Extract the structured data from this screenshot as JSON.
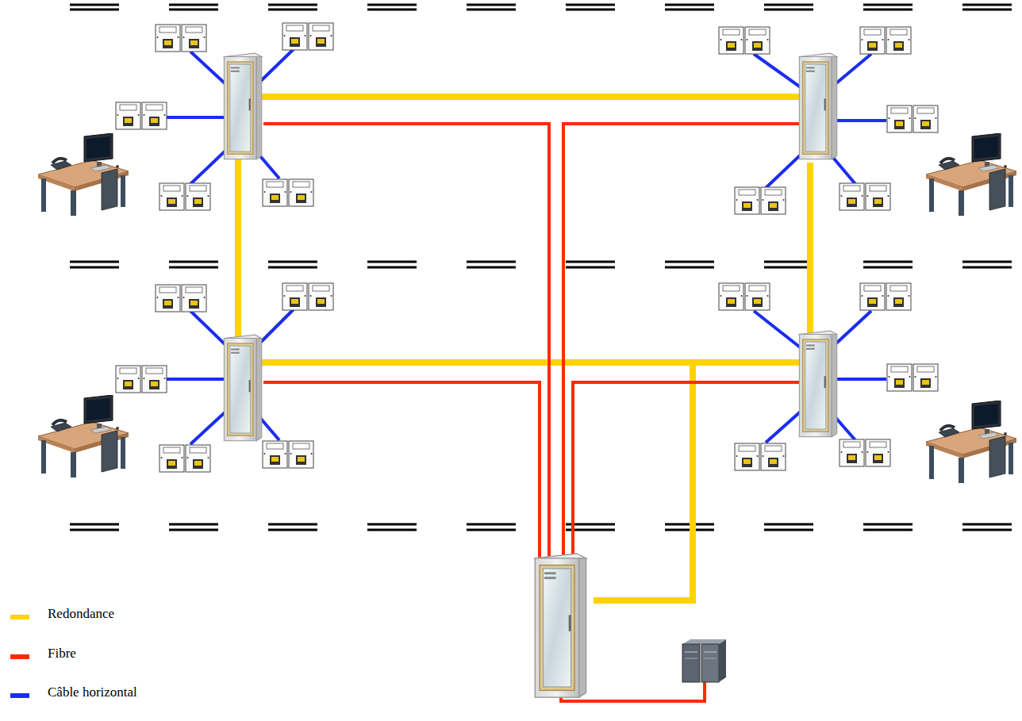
{
  "diagram": {
    "legend": [
      {
        "text": "Redondance",
        "color": "#ffd200"
      },
      {
        "text": "Fibre",
        "color": "#ff2a00"
      },
      {
        "text": "Câble horizontal",
        "color": "#1b2df0"
      }
    ]
  }
}
